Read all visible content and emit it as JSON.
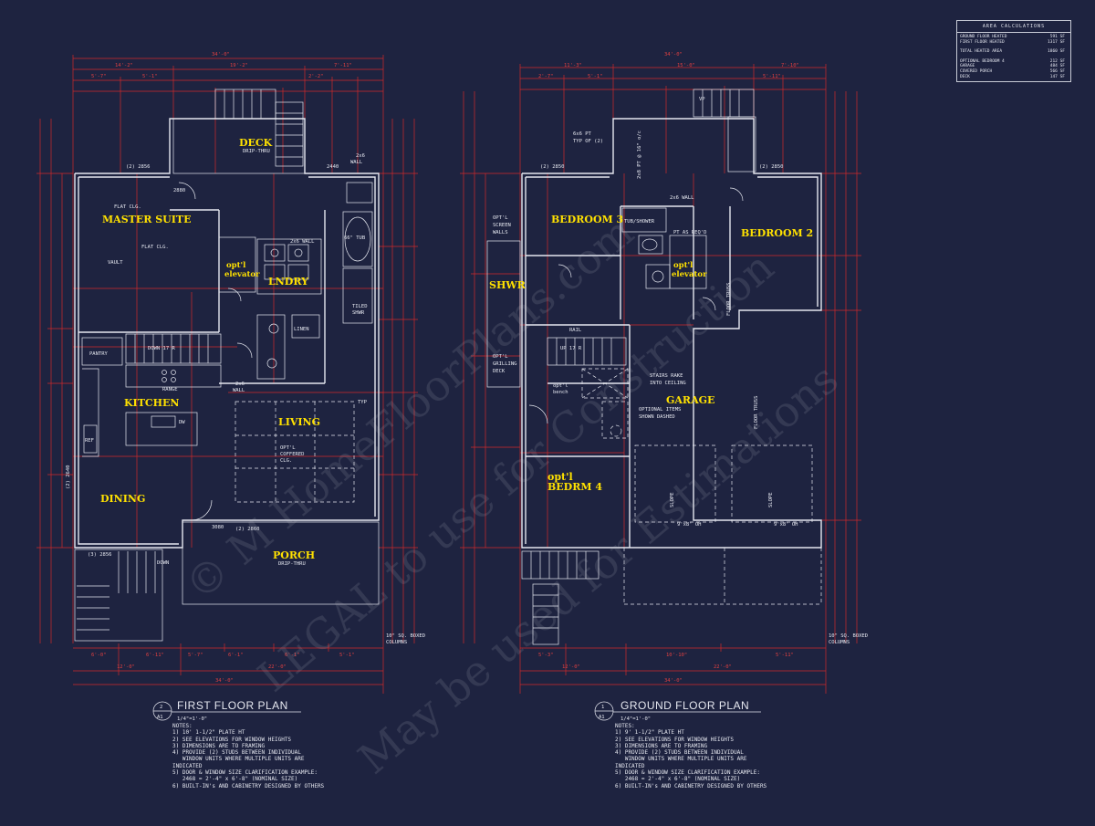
{
  "area_calculations": {
    "title": "AREA CALCULATIONS",
    "rows": [
      {
        "label": "GROUND FLOOR HEATED",
        "value": "591 SF"
      },
      {
        "label": "FIRST FLOOR HEATED",
        "value": "1317 SF"
      },
      {
        "label": "TOTAL HEATED AREA",
        "value": "1860 SF"
      },
      {
        "label": "OPTIONAL BEDROOM 4",
        "value": "212 SF"
      },
      {
        "label": "GARAGE",
        "value": "484 SF"
      },
      {
        "label": "COVERED PORCH",
        "value": "566 SF"
      },
      {
        "label": "DECK",
        "value": "147 SF"
      }
    ]
  },
  "first_floor": {
    "number": "2",
    "sheet": "A1",
    "title": "FIRST FLOOR PLAN",
    "scale": "1/4\"=1'-0\"",
    "rooms": {
      "deck": "DECK",
      "master": "MASTER SUITE",
      "laundry": "LNDRY",
      "elevator": [
        "opt'l",
        "elevator"
      ],
      "kitchen": "KITCHEN",
      "living": "LIVING",
      "dining": "DINING",
      "porch": "PORCH"
    },
    "labels": {
      "drip_deck": "DRIP-THRU",
      "drip_porch": "DRIP-THRU",
      "flat_clg": "FLAT CLG.",
      "flat_clg2": "FLAT CLG.",
      "vault": "VAULT",
      "pantry": "PANTRY",
      "down": "DOWN 17 R",
      "range": "RANGE",
      "dw": "DW",
      "ref": "REF",
      "tub": "66\" TUB",
      "tiled_shwr": [
        "TILED",
        "SHWR"
      ],
      "linen": "LINEN",
      "wall_2x6": "2x6 WALL",
      "wall_2x6b": [
        "2x6",
        "WALL"
      ],
      "wall_2x6c": [
        "2x6",
        "WALL"
      ],
      "coffered": [
        "OPT'L",
        "COFFERED",
        "CLG."
      ],
      "typ": "TYP",
      "dn": "DOWN",
      "columns": [
        "10\" SQ. BOXED",
        "COLUMNS"
      ],
      "w2856a": "(2) 2856",
      "w2856b": "(3) 2856",
      "w2860": "(2) 2860",
      "w2440": "2440",
      "w3080": "3080",
      "w2880": "2880",
      "w2640": "(2) 2640"
    },
    "dims_top": [
      "34'-0\"",
      "14'-2\"",
      "19'-2\"",
      "5'-7\"",
      "5'-1\"",
      "2'-2\"",
      "7'-11\""
    ],
    "dims_bottom": [
      "6'-0\"",
      "6'-11\"",
      "5'-7\"",
      "6'-1\"",
      "6'-1\"",
      "5'-1\"",
      "12'-0\"",
      "22'-0\"",
      "34'-0\""
    ],
    "notes": [
      "NOTES:",
      "1) 10' 1-1/2\" PLATE HT",
      "2) SEE ELEVATIONS FOR WINDOW HEIGHTS",
      "3) DIMENSIONS ARE TO FRAMING",
      "4) PROVIDE (2) STUDS BETWEEN INDIVIDUAL",
      "   WINDOW UNITS WHERE MULTIPLE UNITS ARE",
      "INDICATED",
      "5) DOOR & WINDOW SIZE CLARIFICATION EXAMPLE:",
      "   2468 = 2'-4\" x 6'-8\" (NOMINAL SIZE)",
      "6) BUILT-IN's AND CABINETRY DESIGNED BY OTHERS"
    ]
  },
  "ground_floor": {
    "number": "1",
    "sheet": "A1",
    "title": "GROUND FLOOR PLAN",
    "scale": "1/4\"=1'-0\"",
    "rooms": {
      "bed3": "BEDROOM 3",
      "bed2": "BEDROOM 2",
      "shwr": "SHWR",
      "elevator": [
        "opt'l",
        "elevator"
      ],
      "garage": "GARAGE",
      "bed4": [
        "opt'l",
        "BEDRM 4"
      ]
    },
    "labels": {
      "pt6x6": [
        "6x6 PT",
        "TYP OF (2)"
      ],
      "pt2x8": "2x8 PT @ 16\" o/c",
      "wall_2x6": "2x6 WALL",
      "tub_shower": "TUB/SHOWER",
      "pt_as_req": "PT AS REQ'D",
      "screen": [
        "OPT'L",
        "SCREEN",
        "WALLS"
      ],
      "grilling": [
        "OPT'L",
        "GRILLING",
        "DECK"
      ],
      "rail": "RAIL",
      "stairs_rake": [
        "STAIRS RAKE",
        "INTO CEILING"
      ],
      "optional_items": [
        "OPTIONAL ITEMS",
        "SHOWN DASHED"
      ],
      "floor_truss": "FLOOR TRUSS",
      "floor_truss2": "FLOOR TRUSS",
      "bench": [
        "opt'l",
        "bench"
      ],
      "slope": "SLOPE",
      "slope2": "SLOPE",
      "oh1": "9'x8' OH",
      "oh2": "9'x8' OH",
      "columns": [
        "10\" SQ. BOXED",
        "COLUMNS"
      ],
      "w2850a": "(2) 2850",
      "w2850b": "(2) 2850",
      "up17": "UP 17 R",
      "vp": "VP"
    },
    "dims_top": [
      "34'-0\"",
      "11'-3\"",
      "15'-0\"",
      "7'-10\"",
      "2'-7\"",
      "5'-1\"",
      "5'-11\""
    ],
    "dims_bottom": [
      "5'-3\"",
      "10'-10\"",
      "5'-11\"",
      "12'-0\"",
      "22'-0\"",
      "34'-0\""
    ],
    "notes": [
      "NOTES:",
      "1) 9' 1-1/2\" PLATE HT",
      "2) SEE ELEVATIONS FOR WINDOW HEIGHTS",
      "3) DIMENSIONS ARE TO FRAMING",
      "4) PROVIDE (2) STUDS BETWEEN INDIVIDUAL",
      "   WINDOW UNITS WHERE MULTIPLE UNITS ARE",
      "INDICATED",
      "5) DOOR & WINDOW SIZE CLARIFICATION EXAMPLE:",
      "   2468 = 2'-4\" x 6'-8\" (NOMINAL SIZE)",
      "6) BUILT-IN's AND CABINETRY DESIGNED BY OTHERS"
    ]
  },
  "watermark": {
    "line1": "© M HomeFloorPlans.com",
    "line2": "LEGAL to use for Construction",
    "line3": "May be used for Estimations"
  },
  "colors": {
    "background": "#1e2340",
    "wall": "#e6e8f0",
    "dimension": "#d22a2a",
    "room_label": "#ffe100",
    "watermark": "#c9cbd6"
  }
}
